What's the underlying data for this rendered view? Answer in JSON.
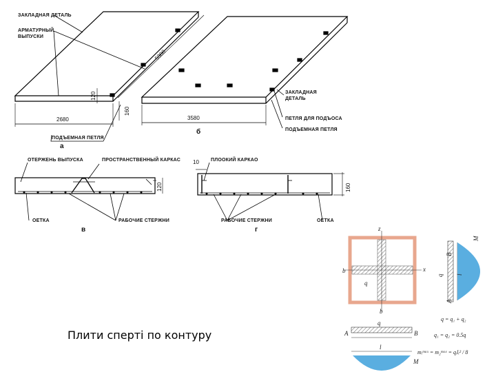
{
  "caption": "Плити сперті по контуру",
  "fig_a": {
    "label_embedded": "ЗАКЛАДНАЯ ДЕТАЛЬ",
    "label_rebar_1": "АРМАТУРНЫЙ",
    "label_rebar_2": "ВЫПУСКИ",
    "dim_length": "5380",
    "dim_width": "2680",
    "dim_height_1": "120",
    "dim_height_2": "160",
    "label_loop": "ПОДЪЕМНАЯ ПЕТЛЯ",
    "letter": "а"
  },
  "fig_b": {
    "dim_width": "3580",
    "label_embedded_1": "ЗАКЛАДНАЯ",
    "label_embedded_2": "ДЕТАЛЬ",
    "label_lifting_loop": "ПЕТЛЯ ДЛЯ ПОДЪОСА",
    "label_loop": "ПОДЪЕМНАЯ ПЕТЛЯ",
    "letter": "б"
  },
  "fig_v": {
    "label_bar": "ОТЕРЖЕНЬ ВЫПУСКА",
    "label_cage": "ПРОСТРАНСТВЕННЫЙ КАРКАС",
    "dim_height": "120",
    "label_mesh": "ОЕТКА",
    "label_work_bars": "РАБОЧИЕ СТЕРЖНИ",
    "letter": "в"
  },
  "fig_g": {
    "dim_cover": "10",
    "label_flat_cage": "ПЛООКИЙ КАРКАО",
    "dim_height": "160",
    "label_work_bars": "РАБОЧИЕ СТЕРЖНИ",
    "label_mesh": "ОЕТКА",
    "letter": "г"
  },
  "scheme": {
    "axis_z": "z",
    "axis_x": "x",
    "label_b_left": "b",
    "label_q_center": "q",
    "label_b_bottom": "b",
    "label_l_bottom": "l",
    "label_A": "A",
    "label_B": "B",
    "label_q1": "q",
    "label_q2": "q",
    "label_B_side": "B",
    "label_A_side": "A",
    "label_l_side": "l",
    "label_M1": "M",
    "label_M2": "M",
    "formula_1": "q = q₁ + q₂",
    "formula_2": "q₁ = q₂ = 0.5q",
    "formula_3": "mᵢᵐᵃˣ = m₂ᵐᵃˣ = qᵢlᵢ² / 8",
    "colors": {
      "frame": "#e8a78e",
      "moment_fill": "#5aaee0",
      "hatch": "#666666"
    }
  }
}
